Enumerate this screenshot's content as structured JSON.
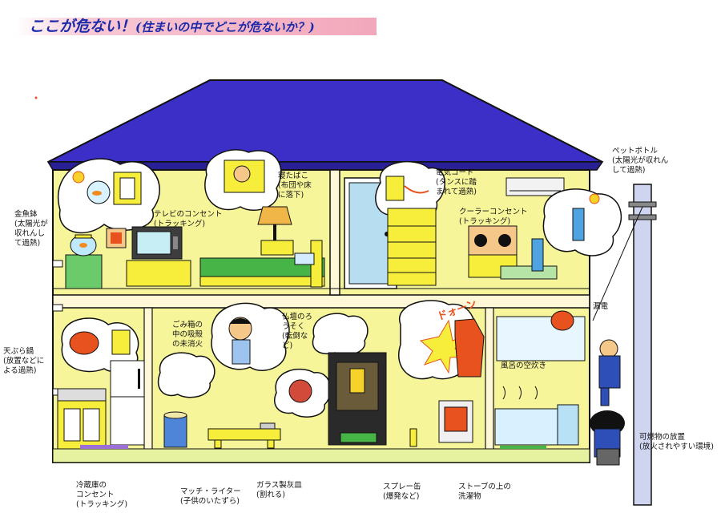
{
  "title": {
    "main": "ここが危ない！",
    "sub": "(住まいの中でどこが危ないか？)"
  },
  "labels": {
    "goldfish_bowl": "金魚鉢\n(太陽光が\n収れんし\nて過熱)",
    "tv_outlet": "テレビのコンセント\n(トラッキング)",
    "smoking_in_bed": "寝たばこ\n(布団や床\nに落下)",
    "electric_cord": "電気コード\n(タンスに踏\nまれて過熱)",
    "aircon_outlet": "クーラーコンセント\n(トラッキング)",
    "pet_bottle": "ペットボトル\n(太陽光が収れん\nして過熱)",
    "electric_leak": "漏電",
    "tempura_pot": "天ぷら鍋\n(放置などに\nよる過熱)",
    "trash_cigarette": "ごみ箱の\n中の吸殻\nの未消火",
    "altar_candle": "仏壇のろ\nうそく\n(転倒な\nど)",
    "bath_heater": "風呂の空炊き",
    "fridge_outlet": "冷蔵庫の\nコンセント\n(トラッキング)",
    "matches_lighter": "マッチ・ライター\n(子供のいたずら)",
    "glass_ashtray": "ガラス製灰皿\n(割れる)",
    "spray_can": "スプレー缶\n(爆発など)",
    "stove_laundry": "ストーブの上の\n洗濯物",
    "combustibles": "可燃物の放置\n(放火されやすい環境)",
    "explosion_sound": "ドォーン"
  },
  "colors": {
    "title_text": "#1c2ba8",
    "title_bar": "#f2a7bb",
    "roof": "#3b2fc7",
    "wall": "#f7f59a",
    "green_accent": "#49b849",
    "cabinet": "#f6ee3a",
    "fire": "#e8521e"
  },
  "icons": [
    "goldfish-bowl-icon",
    "tv-icon",
    "bed-icon",
    "lamp-icon",
    "dresser-icon",
    "aircon-icon",
    "radio-icon",
    "pet-bottle-icon",
    "utility-pole-icon",
    "fridge-icon",
    "kitchen-counter-icon",
    "trash-can-icon",
    "low-table-icon",
    "buddhist-altar-icon",
    "heater-icon",
    "bathtub-icon",
    "garbage-bags-icon",
    "fire-icon",
    "sun-icon",
    "window-icon"
  ]
}
